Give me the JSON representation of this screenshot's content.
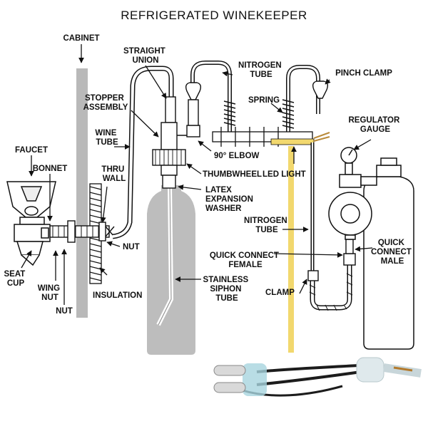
{
  "title": "REFRIGERATED WINEKEEPER",
  "labels": {
    "cabinet": "CABINET",
    "straight_union": [
      "STRAIGHT",
      "UNION"
    ],
    "nitrogen_tube_top": [
      "NITROGEN",
      "TUBE"
    ],
    "pinch_clamp": "PINCH CLAMP",
    "stopper_assembly": [
      "STOPPER",
      "ASSEMBLY"
    ],
    "spring": "SPRING",
    "regulator_gauge": [
      "REGULATOR",
      "GAUGE"
    ],
    "wine_tube": [
      "WINE",
      "TUBE"
    ],
    "faucet": "FAUCET",
    "elbow": "90° ELBOW",
    "bonnet": "BONNET",
    "thumbwheel": "THUMBWHEEL",
    "led_light": "LED LIGHT",
    "thru_wall": [
      "THRU",
      "WALL"
    ],
    "latex_washer": [
      "LATEX",
      "EXPANSION",
      "WASHER"
    ],
    "nitrogen_tube_mid": [
      "NITROGEN",
      "TUBE"
    ],
    "quick_connect_male": [
      "QUICK",
      "CONNECT",
      "MALE"
    ],
    "nut_right": "NUT",
    "quick_connect_female": [
      "QUICK CONNECT",
      "FEMALE"
    ],
    "seat_cup": [
      "SEAT",
      "CUP"
    ],
    "wing_nut": [
      "WING",
      "NUT"
    ],
    "insulation": "INSULATION",
    "stainless_tube": [
      "STAINLESS",
      "SIPHON",
      "TUBE"
    ],
    "clamp": "CLAMP",
    "nut_bottom": "NUT"
  },
  "colors": {
    "line": "#111111",
    "cabinet": "#b9b9b9",
    "bottle": "#bdbdbd",
    "led": "#f2d86e",
    "cable": "#1c1c1c",
    "connector": "#a8d4de"
  }
}
